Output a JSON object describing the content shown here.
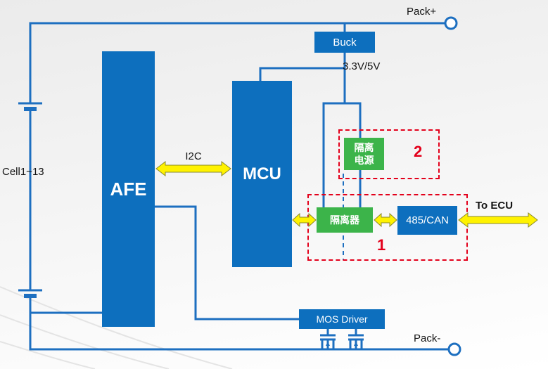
{
  "labels": {
    "pack_plus": "Pack+",
    "pack_minus": "Pack-",
    "rail_voltage": "3.3V/5V",
    "cell_stack": "Cell1~13",
    "i2c": "I2C",
    "to_ecu": "To ECU"
  },
  "blocks": {
    "buck": "Buck",
    "afe": "AFE",
    "mcu": "MCU",
    "iso_power": {
      "line1": "隔离",
      "line2": "电源"
    },
    "isolator": "隔离器",
    "transceiver": "485/CAN",
    "mos_driver": "MOS Driver"
  },
  "callouts": {
    "isolation_group": "1",
    "iso_power_group": "2"
  },
  "colors": {
    "block_blue": "#0d6fbe",
    "block_green": "#3cb44a",
    "wire_blue": "#1d6fc0",
    "arrow_yellow": "#fff200",
    "callout_red": "#e3001b"
  }
}
